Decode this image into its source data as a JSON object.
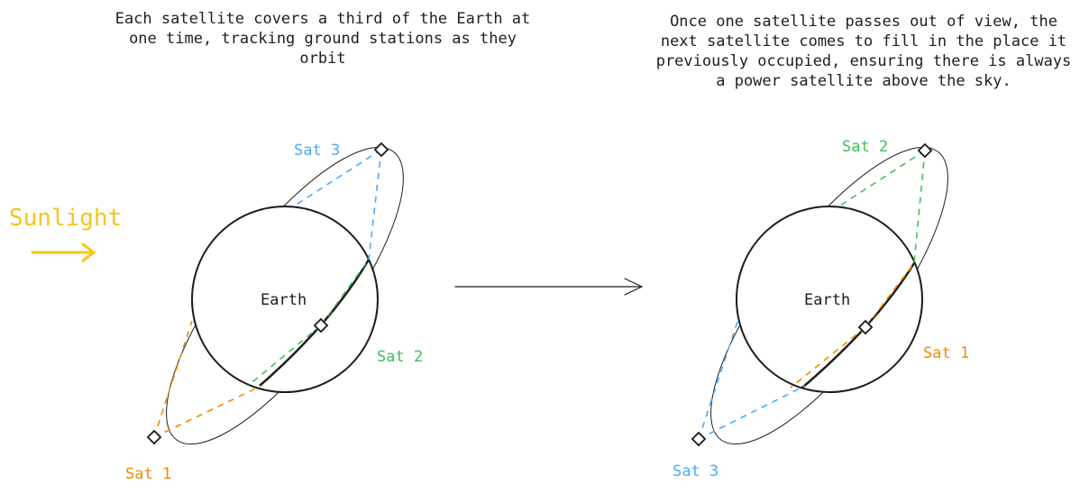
{
  "captions": {
    "left": "Each satellite covers a third of the Earth at one time, tracking ground stations as they orbit",
    "right": "Once one satellite passes out of view, the next satellite comes to fill in the place it previously occupied, ensuring there is always a power satellite above the sky."
  },
  "sunlight": {
    "label": "Sunlight",
    "color": "#f5c518"
  },
  "colors": {
    "sat_orange": "#f08c00",
    "sat_green": "#40c057",
    "sat_blue": "#4dabf7",
    "ink": "#1e1e1e"
  },
  "panel_left": {
    "earth_label": "Earth",
    "sat_top_label": "Sat 3",
    "sat_mid_label": "Sat 2",
    "sat_bottom_label": "Sat 1"
  },
  "panel_right": {
    "earth_label": "Earth",
    "sat_top_label": "Sat 2",
    "sat_mid_label": "Sat 1",
    "sat_bottom_label": "Sat 3"
  },
  "transition_arrow": "right-arrow-icon"
}
